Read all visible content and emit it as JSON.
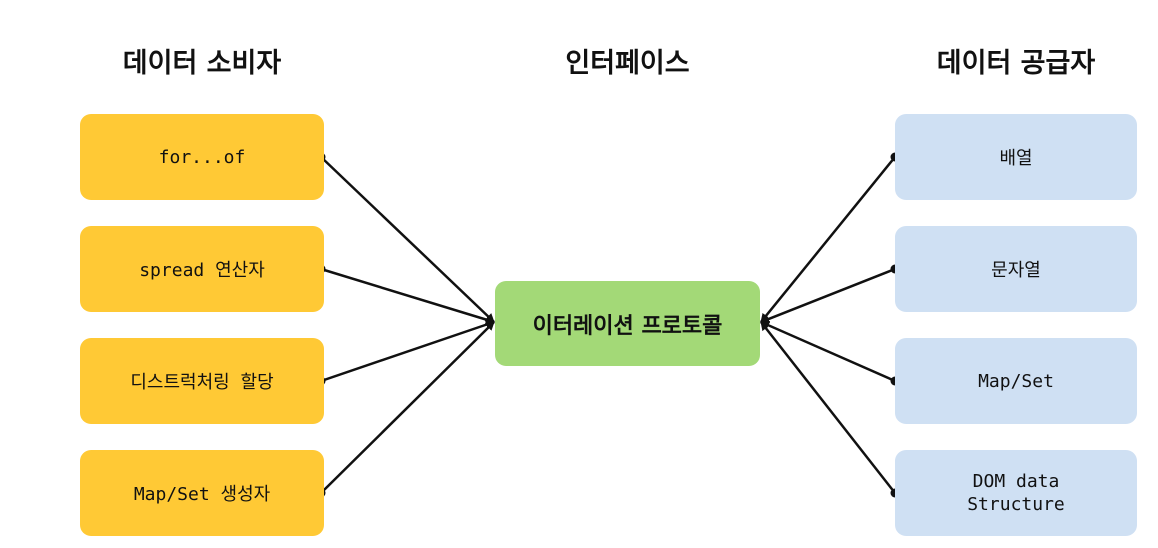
{
  "headings": {
    "consumers": "데이터 소비자",
    "interface": "인터페이스",
    "providers": "데이터 공급자"
  },
  "consumers": [
    "for...of",
    "spread 연산자",
    "디스트럭처링 할당",
    "Map/Set 생성자"
  ],
  "interface": {
    "label": "이터레이션 프로토콜"
  },
  "providers": [
    "배열",
    "문자열",
    "Map/Set",
    "DOM data\nStructure"
  ],
  "colors": {
    "consumer_fill": "#ffc935",
    "interface_fill": "#a3d977",
    "provider_fill": "#cfe0f3",
    "connector": "#111111"
  }
}
